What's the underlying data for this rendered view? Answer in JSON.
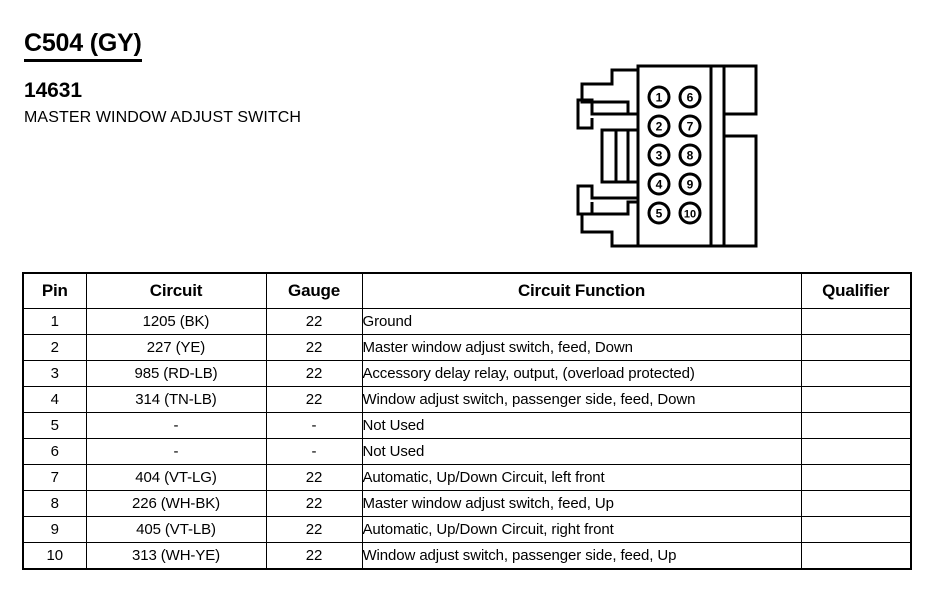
{
  "header": {
    "connector_id": "C504 (GY)",
    "part_number": "14631",
    "component_name": "MASTER WINDOW ADJUST SWITCH"
  },
  "connector_diagram": {
    "icon_name": "connector-housing-icon",
    "pin_columns": [
      {
        "column": "left",
        "pins": [
          "1",
          "2",
          "3",
          "4",
          "5"
        ]
      },
      {
        "column": "right",
        "pins": [
          "6",
          "7",
          "8",
          "9",
          "10"
        ]
      }
    ],
    "pins": [
      "1",
      "2",
      "3",
      "4",
      "5",
      "6",
      "7",
      "8",
      "9",
      "10"
    ]
  },
  "table": {
    "columns": [
      "Pin",
      "Circuit",
      "Gauge",
      "Circuit Function",
      "Qualifier"
    ],
    "rows": [
      {
        "pin": "1",
        "circuit": "1205 (BK)",
        "gauge": "22",
        "function": "Ground",
        "qualifier": ""
      },
      {
        "pin": "2",
        "circuit": "227 (YE)",
        "gauge": "22",
        "function": "Master window adjust switch, feed, Down",
        "qualifier": ""
      },
      {
        "pin": "3",
        "circuit": "985 (RD-LB)",
        "gauge": "22",
        "function": "Accessory delay relay, output, (overload protected)",
        "qualifier": ""
      },
      {
        "pin": "4",
        "circuit": "314 (TN-LB)",
        "gauge": "22",
        "function": "Window adjust switch, passenger side, feed, Down",
        "qualifier": ""
      },
      {
        "pin": "5",
        "circuit": "-",
        "gauge": "-",
        "function": "Not Used",
        "qualifier": ""
      },
      {
        "pin": "6",
        "circuit": "-",
        "gauge": "-",
        "function": "Not Used",
        "qualifier": ""
      },
      {
        "pin": "7",
        "circuit": "404 (VT-LG)",
        "gauge": "22",
        "function": "Automatic, Up/Down Circuit, left front",
        "qualifier": ""
      },
      {
        "pin": "8",
        "circuit": "226 (WH-BK)",
        "gauge": "22",
        "function": "Master window adjust switch, feed, Up",
        "qualifier": ""
      },
      {
        "pin": "9",
        "circuit": "405 (VT-LB)",
        "gauge": "22",
        "function": "Automatic, Up/Down Circuit, right front",
        "qualifier": ""
      },
      {
        "pin": "10",
        "circuit": "313 (WH-YE)",
        "gauge": "22",
        "function": "Window adjust switch, passenger side, feed, Up",
        "qualifier": ""
      }
    ]
  },
  "colors": {
    "ink": "#000000",
    "page": "#ffffff"
  }
}
